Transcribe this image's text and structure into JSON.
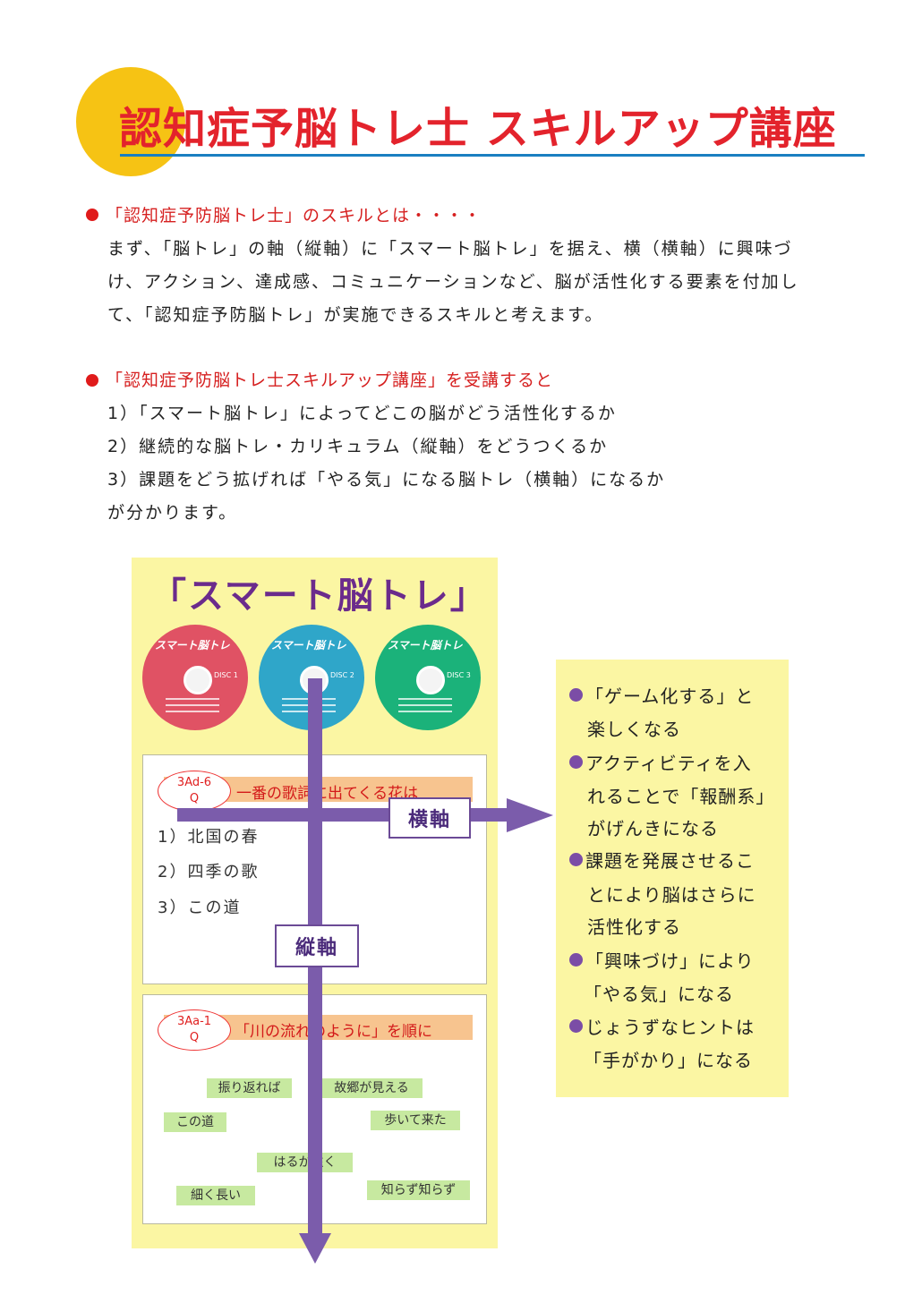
{
  "header": {
    "title": "認知症予脳トレ士 スキルアップ講座"
  },
  "section1": {
    "heading": "「認知症予防脳トレ士」のスキルとは・・・・",
    "lines": [
      "まず、「脳トレ」の軸（縦軸）に「スマート脳トレ」を据え、横（横軸）に興味づ",
      "け、アクション、達成感、コミュニケーションなど、脳が活性化する要素を付加し",
      "て、「認知症予防脳トレ」が実施できるスキルと考えます。"
    ]
  },
  "section2": {
    "heading": "「認知症予防脳トレ士スキルアップ講座」を受講すると",
    "lines": [
      "1）「スマート脳トレ」によってどこの脳がどう活性化するか",
      "2）継続的な脳トレ・カリキュラム（縦軸）をどうつくるか",
      "3）課題をどう拡げれば「やる気」になる脳トレ（横軸）になるか",
      "が分かります。"
    ]
  },
  "panel": {
    "title": "「スマート脳トレ」",
    "discs": [
      {
        "label": "スマート脳トレ",
        "num": "DISC 1",
        "color": "#e05264"
      },
      {
        "label": "スマート脳トレ",
        "num": "DISC 2",
        "color": "#2fa6c9"
      },
      {
        "label": "スマート脳トレ",
        "num": "DISC 3",
        "color": "#1bb27a"
      }
    ],
    "quiz1": {
      "code": [
        "3Ad-6",
        "Q"
      ],
      "question": "一番の歌詞に出てくる花は",
      "choices": [
        "1）北国の春",
        "2）四季の歌",
        "3）この道"
      ]
    },
    "quiz2": {
      "code": [
        "3Aa-1",
        "Q"
      ],
      "question": "「川の流れのように」を順に",
      "chips": [
        "振り返れば",
        "故郷が見える",
        "この道",
        "歩いて来た",
        "はるか遠く",
        "細く長い",
        "知らず知らず"
      ]
    },
    "axis_horizontal": "横軸",
    "axis_vertical": "縦軸"
  },
  "right_panel": {
    "lines": [
      "「ゲーム化する」と",
      "楽しくなる",
      "アクティビティを入",
      "れることで「報酬系」",
      "がげんきになる",
      "課題を発展させるこ",
      "とにより脳はさらに",
      "活性化する",
      "「興味づけ」により",
      "「やる気」になる",
      "じょうずなヒントは",
      "「手がかり」になる"
    ]
  },
  "colors": {
    "accent_red": "#e3232c",
    "rule_blue": "#1a7fc1",
    "sun_yellow": "#f6c314",
    "arrow_purple": "#7b5cab",
    "panel_yellow": "#fbf6a3"
  }
}
